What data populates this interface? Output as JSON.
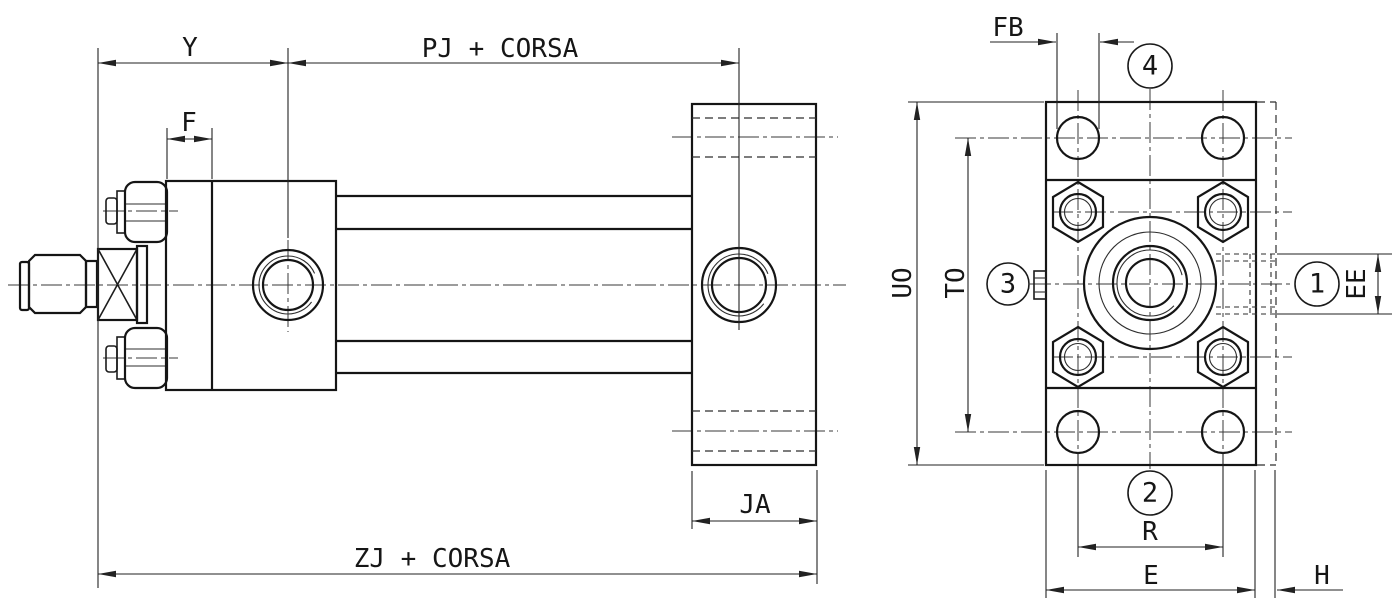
{
  "labels": {
    "y": "Y",
    "f": "F",
    "pj_corsa": "PJ + CORSA",
    "ja": "JA",
    "zj_corsa": "ZJ + CORSA",
    "fb": "FB",
    "uo": "UO",
    "to": "TO",
    "ee": "EE",
    "r": "R",
    "e": "E",
    "h": "H"
  },
  "balloons": {
    "b1": "1",
    "b2": "2",
    "b3": "3",
    "b4": "4"
  },
  "colors": {
    "line": "#1a1a1a",
    "background": "#ffffff"
  }
}
